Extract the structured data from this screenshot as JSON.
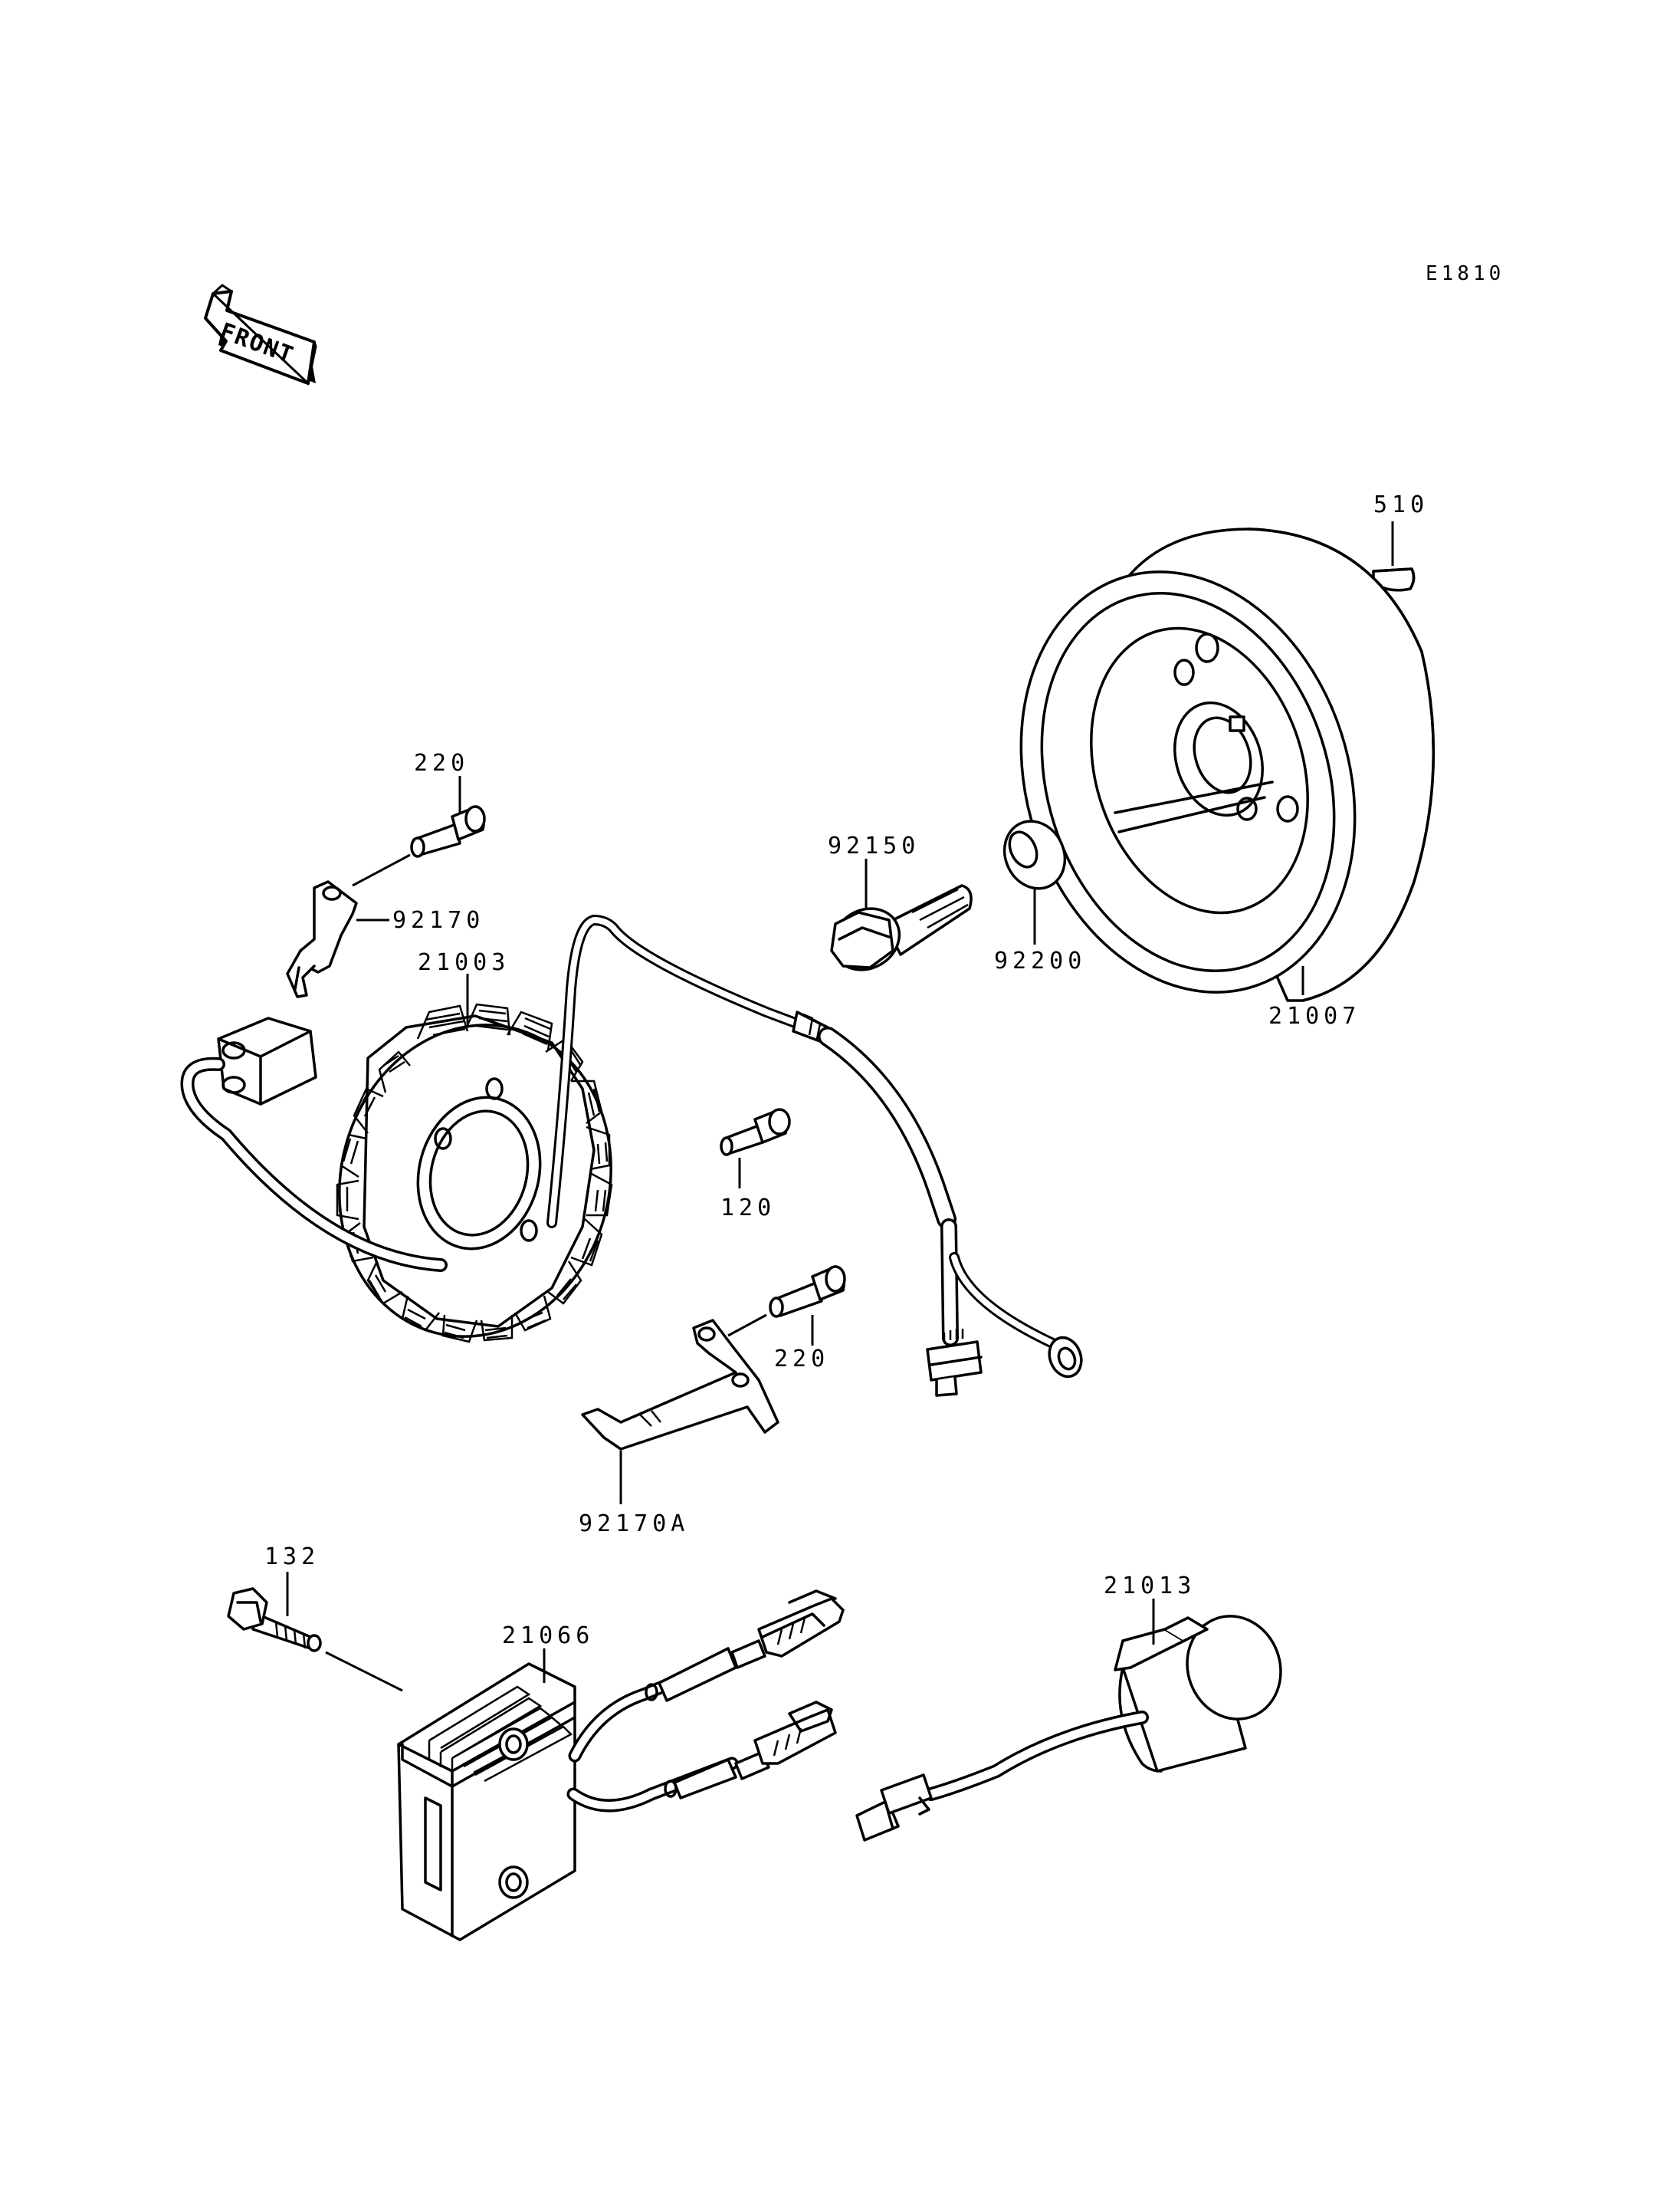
{
  "diagram_code": "E1810",
  "front_arrow_label": "FRONT",
  "part_numbers": {
    "p510": "510",
    "p220_top": "220",
    "p92170": "92170",
    "p21003": "21003",
    "p92150": "92150",
    "p92200": "92200",
    "p21007": "21007",
    "p120": "120",
    "p220_bottom": "220",
    "p92170A": "92170A",
    "p132": "132",
    "p21066": "21066",
    "p21013": "21013"
  }
}
